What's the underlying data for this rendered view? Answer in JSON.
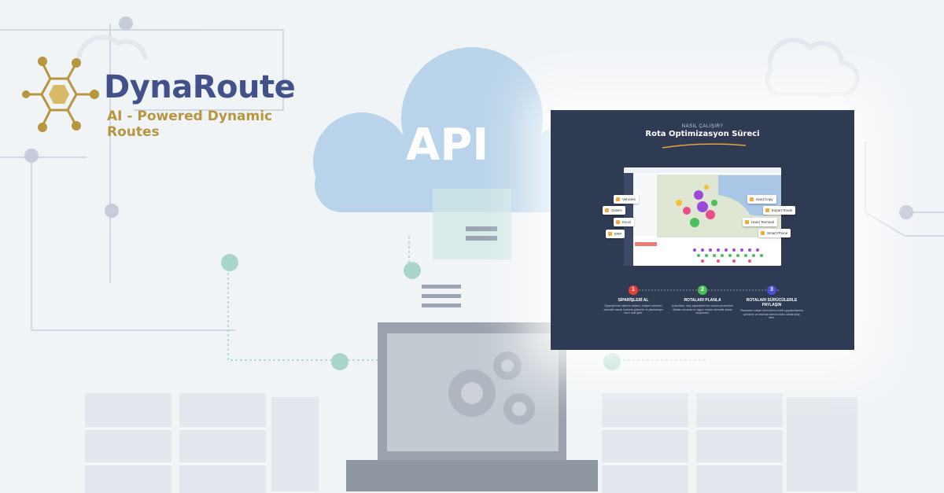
{
  "logo": {
    "brand": "DynaRoute",
    "tagline": "AI - Powered Dynamic Routes"
  },
  "background": {
    "api_label": "API"
  },
  "panel": {
    "subtitle": "NASIL ÇALIŞIR?",
    "title": "Rota Optimizasyon Süreci",
    "integrations": [
      "Vehicles",
      "Orders",
      "Excel",
      "ERP",
      "Hard Copy",
      "Export Route",
      "Hand Terminal",
      "Smart Phone"
    ],
    "steps": [
      {
        "number": "1",
        "label": "SİPARİŞLERİ AL",
        "color": "#e8413b",
        "desc": "Siparişlerinizi sisteme aktarın, müşteri adresleri otomatik olarak haritada gösterilir ve planlamaya hazır hale gelir."
      },
      {
        "number": "2",
        "label": "ROTALARI PLANLA",
        "color": "#4bbf5b",
        "desc": "İş kuralları, araç kapasiteleri ve zaman pencereleri dikkate alınarak en uygun rotalar otomatik olarak oluşturulur."
      },
      {
        "number": "3",
        "label": "ROTALARI SÜRÜCÜLERLE PAYLAŞIN",
        "color": "#4a4fd6",
        "desc": "Planlanan rotaları sürücülerin mobil uygulamalarına gönderin ve teslimat sürecini anlık olarak takip edin."
      }
    ]
  },
  "colors": {
    "panel_bg": "#2f3b52",
    "brand": "#43518a",
    "gold": "#b8953f"
  }
}
